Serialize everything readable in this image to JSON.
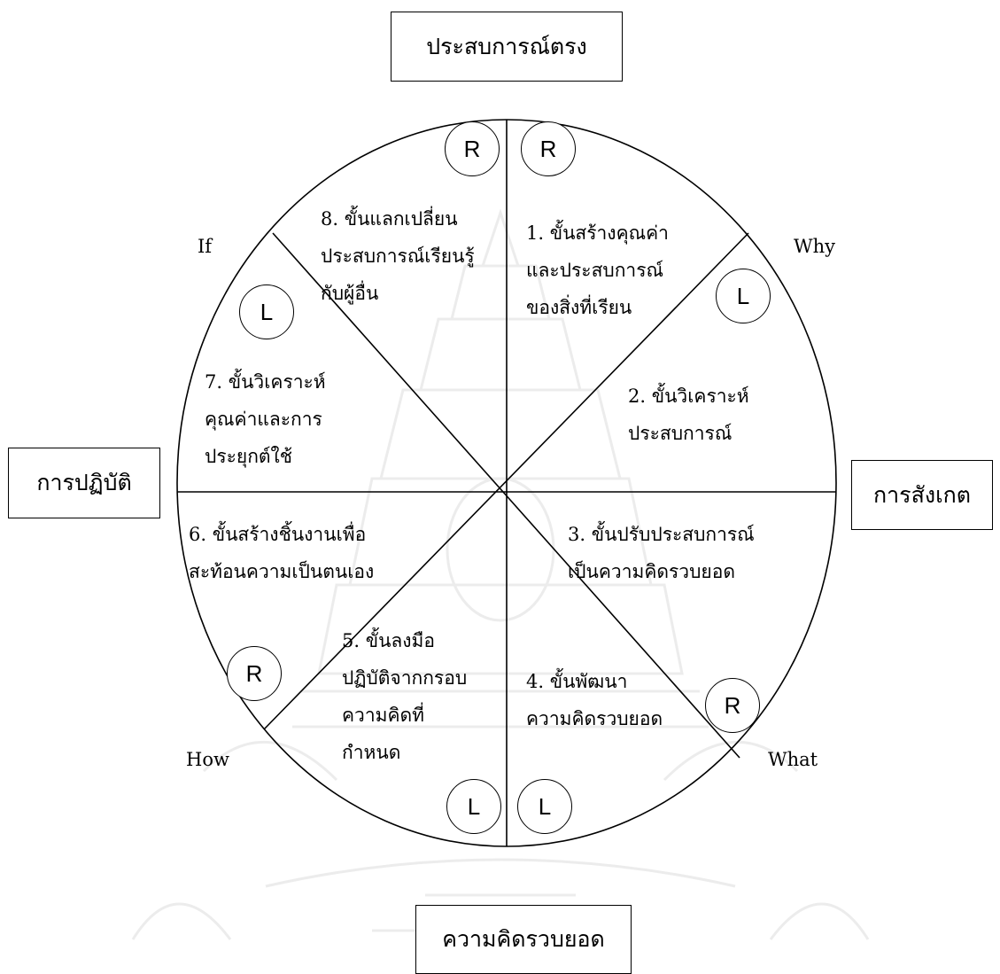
{
  "poles": {
    "top": "ประสบการณ์ตรง",
    "right": "การสังเกต",
    "bottom": "ความคิดรวบยอด",
    "left": "การปฏิบัติ"
  },
  "questions": {
    "why": "Why",
    "what": "What",
    "how": "How",
    "if": "If"
  },
  "steps": [
    {
      "line1": "1. ขั้นสร้างคุณค่า",
      "line2": "และประสบการณ์",
      "line3": "ของสิ่งที่เรียน"
    },
    {
      "line1": "2. ขั้นวิเคราะห์",
      "line2": "ประสบการณ์"
    },
    {
      "line1": "3. ขั้นปรับประสบการณ์",
      "line2": "เป็นความคิดรวบยอด"
    },
    {
      "line1": "4. ขั้นพัฒนา",
      "line2": "ความคิดรวบยอด"
    },
    {
      "line1": "5. ขั้นลงมือ",
      "line2": "ปฏิบัติจากกรอบ",
      "line3": "ความคิดที่",
      "line4": "กำหนด"
    },
    {
      "line1": "6. ขั้นสร้างชิ้นงานเพื่อ",
      "line2": "สะท้อนความเป็นตนเอง"
    },
    {
      "line1": "7. ขั้นวิเคราะห์",
      "line2": "คุณค่าและการ",
      "line3": "ประยุกต์ใช้"
    },
    {
      "line1": "8. ขั้นแลกเปลี่ยน",
      "line2": "ประสบการณ์เรียนรู้",
      "line3": "กับผู้อื่น"
    }
  ],
  "badges": {
    "top_left": "R",
    "top_right": "R",
    "right_upper": "L",
    "right_lower": "R",
    "bottom_right": "L",
    "bottom_left": "L",
    "left_lower": "R",
    "left_upper": "L"
  }
}
